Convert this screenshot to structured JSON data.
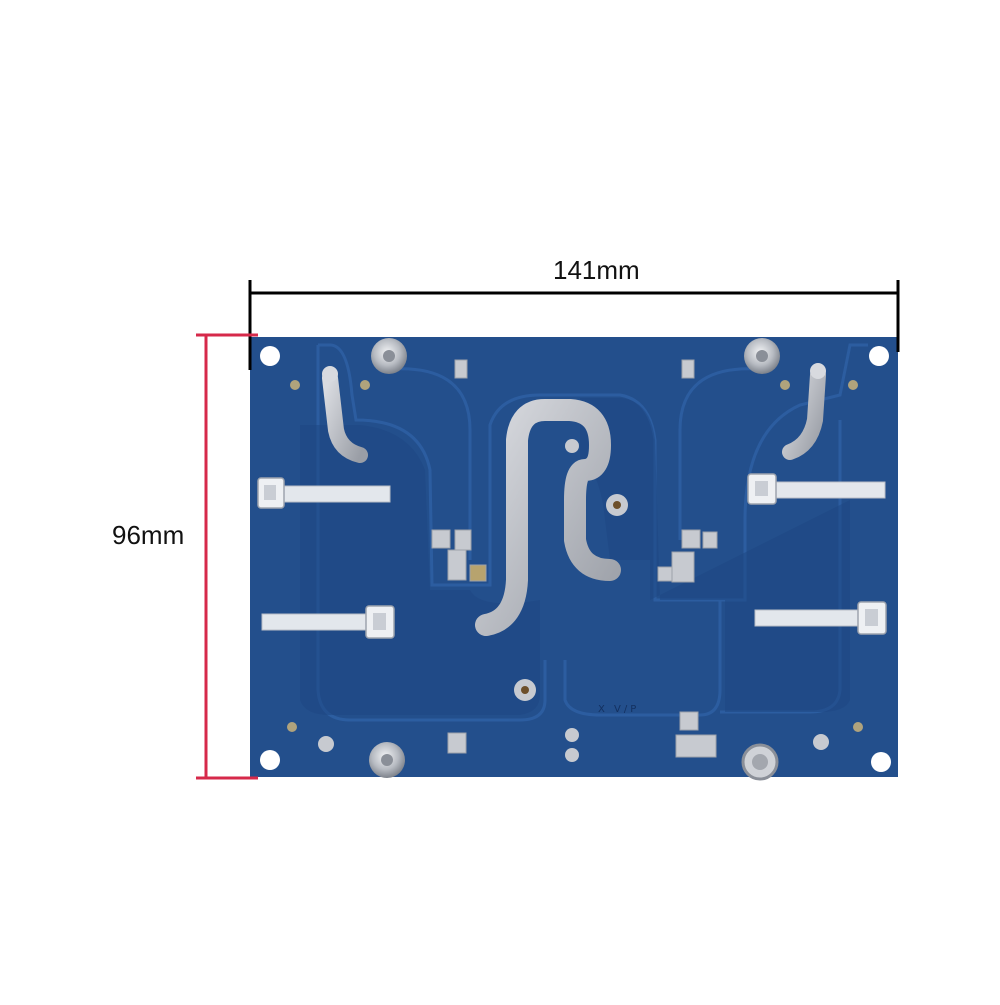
{
  "dimensions": {
    "width_label": "141mm",
    "height_label": "96mm"
  },
  "colors": {
    "board": "#234f8c",
    "board_dark": "#1d4480",
    "trace_raised": "#2a5a9c",
    "solder": "#b9bcc2",
    "tie": "#e3e7ec",
    "width_marker": "#000000",
    "height_marker": "#d6294a"
  },
  "board_marking": "X V/P"
}
